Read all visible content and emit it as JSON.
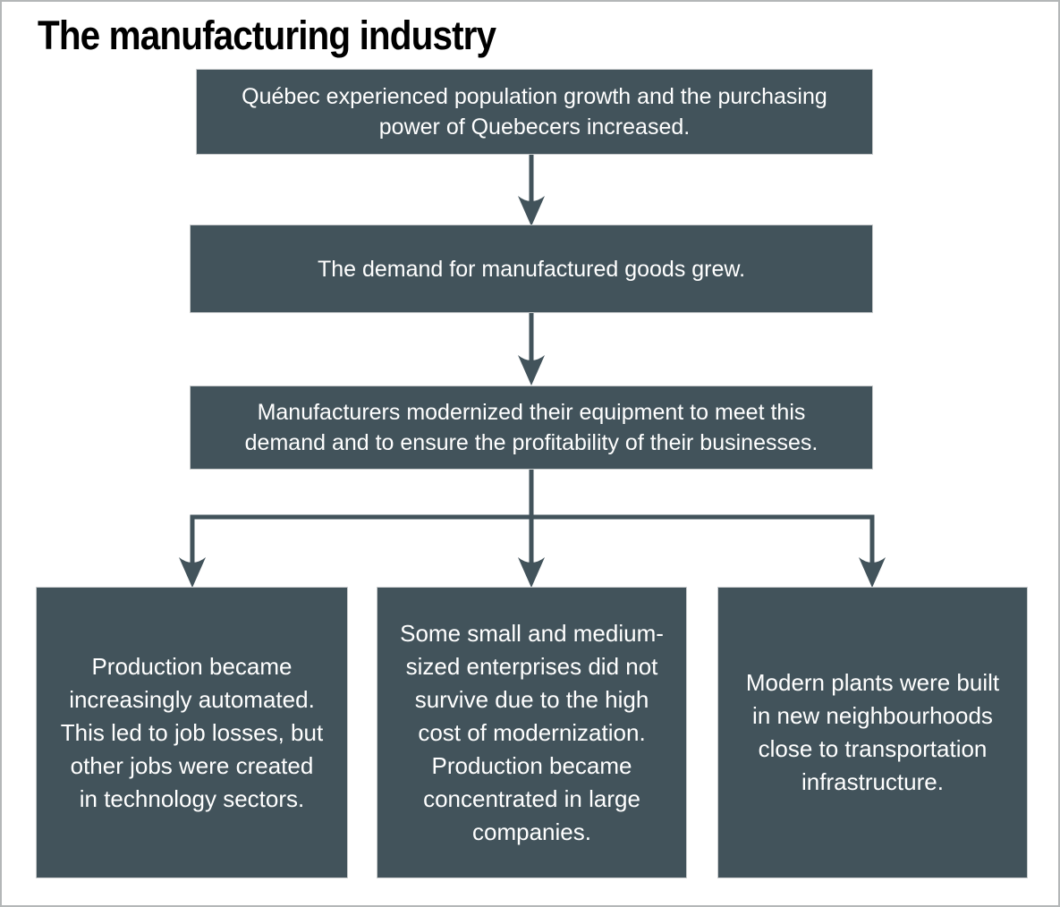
{
  "title": "The manufacturing industry",
  "colors": {
    "box_fill": "#42535b",
    "arrow": "#42535b",
    "page_border": "#b4b7b8",
    "box_outline": "#c9cccd",
    "box_text": "#ffffff",
    "title_text": "#000000",
    "page_bg": "#ffffff"
  },
  "flow": {
    "top_boxes": [
      {
        "id": "population-growth",
        "text": "Québec experienced population growth and the purchasing\npower of Quebecers increased."
      },
      {
        "id": "demand-grew",
        "text": "The demand for manufactured goods grew."
      },
      {
        "id": "modernization",
        "text": "Manufacturers modernized their equipment to meet this\ndemand and to ensure the profitability of their businesses."
      }
    ],
    "bottom_boxes": [
      {
        "id": "automation",
        "text": "Production became\nincreasingly automated.\nThis led to job losses, but\nother jobs were created\nin technology sectors."
      },
      {
        "id": "small-enterprises",
        "text": "Some small and medium-\nsized enterprises did not\nsurvive due to the high\ncost of modernization.\nProduction became\nconcentrated in large\ncompanies."
      },
      {
        "id": "modern-plants",
        "text": "Modern plants were built\nin new neighbourhoods\nclose to transportation\ninfrastructure."
      }
    ]
  }
}
